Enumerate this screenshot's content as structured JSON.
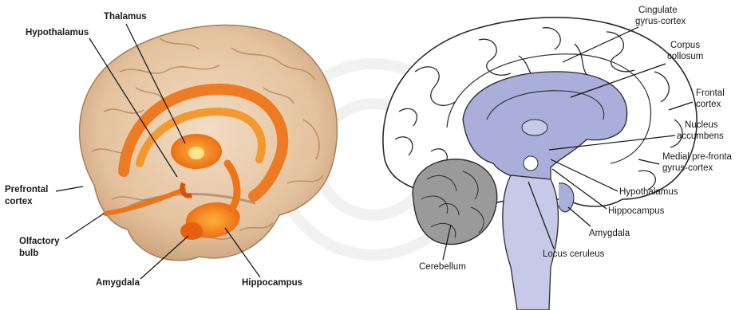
{
  "left_diagram": {
    "labels": {
      "thalamus": "Thalamus",
      "hypothalamus": "Hypothalamus",
      "prefrontal_1": "Prefrontal",
      "prefrontal_2": "cortex",
      "olfactory_1": "Olfactory",
      "olfactory_2": "bulb",
      "amygdala": "Amygdala",
      "hippocampus": "Hippocampus"
    }
  },
  "right_diagram": {
    "labels": {
      "cingulate_1": "Cingulate",
      "cingulate_2": "gyrus-cortex",
      "corpus_1": "Corpus",
      "corpus_2": "collosum",
      "frontal_1": "Frontal",
      "frontal_2": "cortex",
      "nucleus_1": "Nucleus",
      "nucleus_2": "accumbens",
      "medial_1": "Medial pre-fronta",
      "medial_2": "gyrus-cortex",
      "hypothalamus": "Hypothalamus",
      "hippocampus": "Hippocampus",
      "amygdala": "Amygdala",
      "locus": "Locus ceruleus",
      "cerebellum": "Cerebellum"
    }
  },
  "colors": {
    "brain_tan": "#e6c9a8",
    "limbic_orange": "#f07a1a",
    "sagittal_blue": "#a9aedb",
    "cerebellum_gray": "#9a9a9a"
  }
}
